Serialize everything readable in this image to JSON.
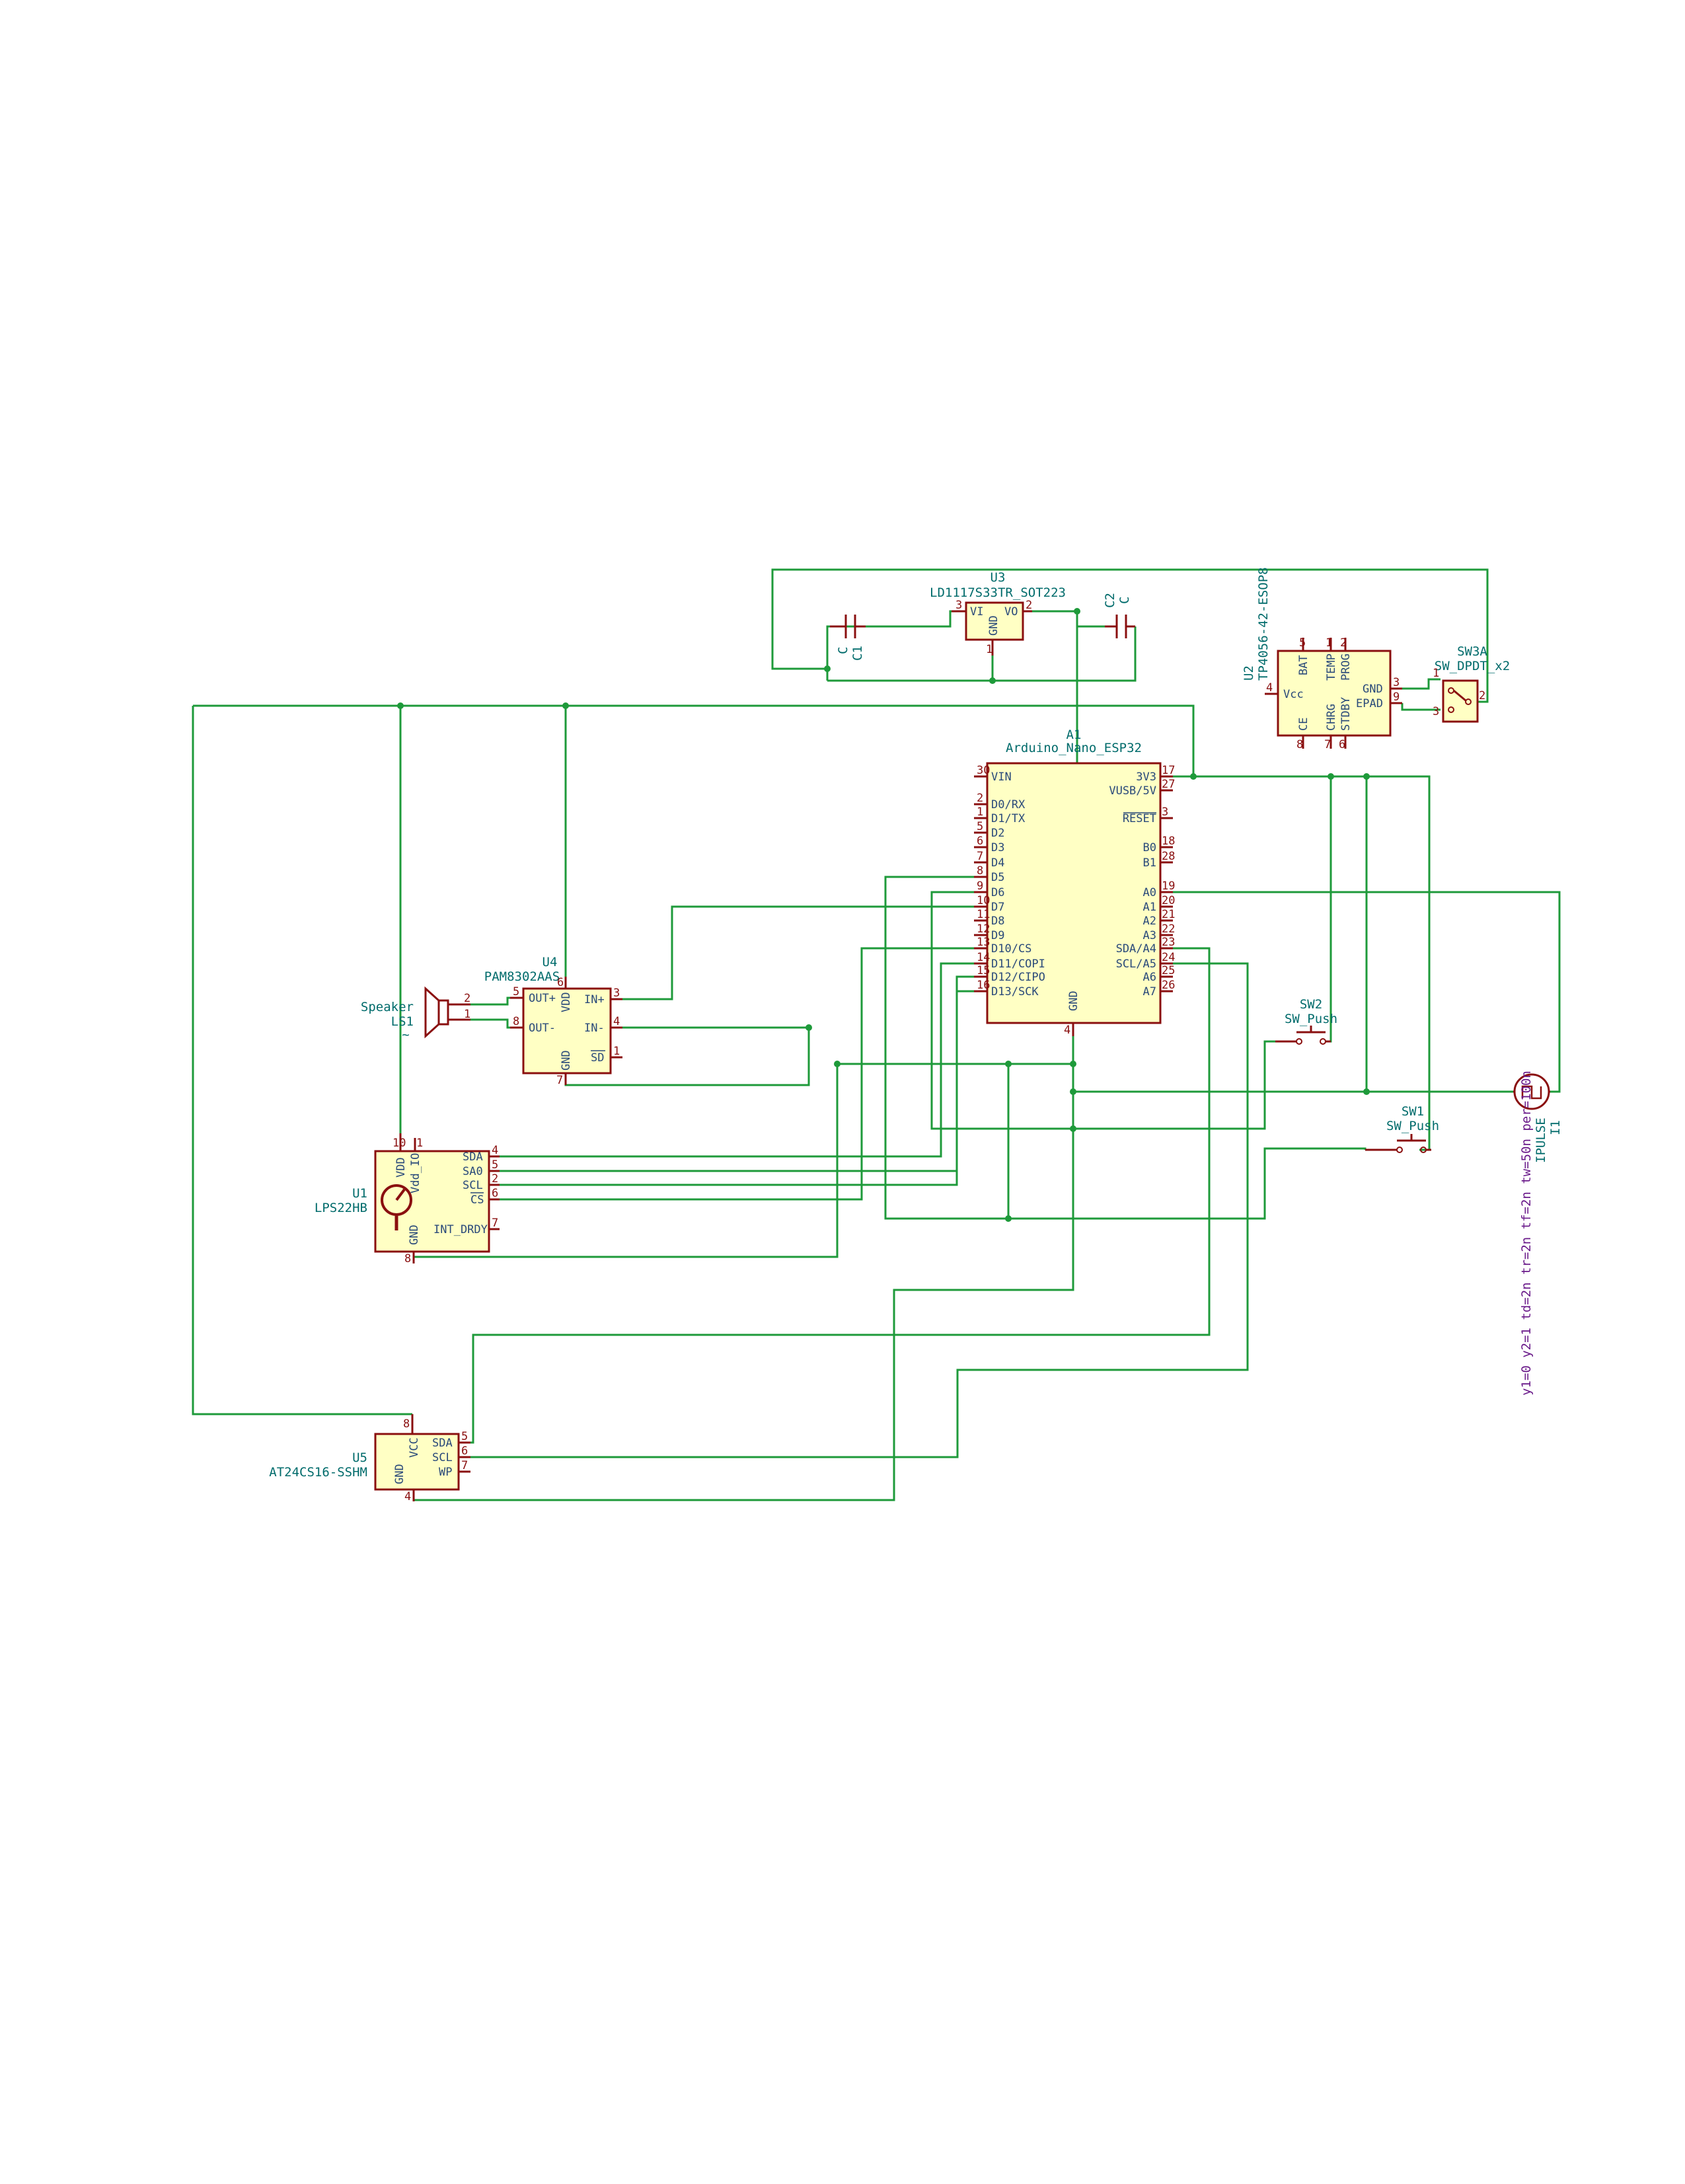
{
  "schematic": {
    "symbols": {
      "A1": {
        "ref": "A1",
        "value": "Arduino_Nano_ESP32",
        "left_pins": [
          {
            "num": "30",
            "name": "VIN"
          },
          {
            "num": "2",
            "name": "D0/RX"
          },
          {
            "num": "1",
            "name": "D1/TX"
          },
          {
            "num": "5",
            "name": "D2"
          },
          {
            "num": "6",
            "name": "D3"
          },
          {
            "num": "7",
            "name": "D4"
          },
          {
            "num": "8",
            "name": "D5"
          },
          {
            "num": "9",
            "name": "D6"
          },
          {
            "num": "10",
            "name": "D7"
          },
          {
            "num": "11",
            "name": "D8"
          },
          {
            "num": "12",
            "name": "D9"
          },
          {
            "num": "13",
            "name": "D10/CS"
          },
          {
            "num": "14",
            "name": "D11/COPI"
          },
          {
            "num": "15",
            "name": "D12/CIPO"
          },
          {
            "num": "16",
            "name": "D13/SCK"
          }
        ],
        "right_pins": [
          {
            "num": "17",
            "name": "3V3"
          },
          {
            "num": "27",
            "name": "VUSB/5V"
          },
          {
            "num": "3",
            "name": "RESET"
          },
          {
            "num": "18",
            "name": "B0"
          },
          {
            "num": "28",
            "name": "B1"
          },
          {
            "num": "19",
            "name": "A0"
          },
          {
            "num": "20",
            "name": "A1"
          },
          {
            "num": "21",
            "name": "A2"
          },
          {
            "num": "22",
            "name": "A3"
          },
          {
            "num": "23",
            "name": "SDA/A4"
          },
          {
            "num": "24",
            "name": "SCL/A5"
          },
          {
            "num": "25",
            "name": "A6"
          },
          {
            "num": "26",
            "name": "A7"
          }
        ],
        "bottom_pin": {
          "num": "4",
          "name": "GND"
        }
      },
      "U3": {
        "ref": "U3",
        "value": "LD1117S33TR_SOT223",
        "pins": [
          {
            "num": "3",
            "name": "VI"
          },
          {
            "num": "2",
            "name": "VO"
          },
          {
            "num": "1",
            "name": "GND"
          }
        ]
      },
      "C1": {
        "ref": "C1",
        "value": "C"
      },
      "C2": {
        "ref": "C2",
        "value": "C"
      },
      "U2": {
        "ref": "U2",
        "value": "TP4056-42-ESOP8",
        "pins": [
          {
            "num": "5",
            "name": "BAT"
          },
          {
            "num": "1",
            "name": "TEMP"
          },
          {
            "num": "2",
            "name": "PROG"
          },
          {
            "num": "4",
            "name": "Vcc"
          },
          {
            "num": "3",
            "name": "GND"
          },
          {
            "num": "9",
            "name": "EPAD"
          },
          {
            "num": "8",
            "name": "CE"
          },
          {
            "num": "7",
            "name": "CHRG"
          },
          {
            "num": "6",
            "name": "STDBY"
          }
        ]
      },
      "SW3A": {
        "ref": "SW3A",
        "value": "SW_DPDT_x2",
        "pins": [
          {
            "num": "1"
          },
          {
            "num": "2"
          },
          {
            "num": "3"
          }
        ]
      },
      "U4": {
        "ref": "U4",
        "value": "PAM8302AAS",
        "pins": [
          {
            "num": "5",
            "name": "OUT+"
          },
          {
            "num": "8",
            "name": "OUT-"
          },
          {
            "num": "6",
            "name": "VDD"
          },
          {
            "num": "3",
            "name": "IN+"
          },
          {
            "num": "4",
            "name": "IN-"
          },
          {
            "num": "1",
            "name": "SD"
          },
          {
            "num": "7",
            "name": "GND"
          }
        ]
      },
      "LS1": {
        "ref": "LS1",
        "value": "Speaker",
        "extra": "~",
        "pins": [
          {
            "num": "2"
          },
          {
            "num": "1"
          }
        ]
      },
      "U1": {
        "ref": "U1",
        "value": "LPS22HB",
        "pins": [
          {
            "num": "10",
            "name": "VDD"
          },
          {
            "num": "1",
            "name": "Vdd_IO"
          },
          {
            "num": "4",
            "name": "SDA"
          },
          {
            "num": "5",
            "name": "SA0"
          },
          {
            "num": "2",
            "name": "SCL"
          },
          {
            "num": "6",
            "name": "CS"
          },
          {
            "num": "7",
            "name": "INT_DRDY"
          },
          {
            "num": "8",
            "name": "GND"
          }
        ]
      },
      "U5": {
        "ref": "U5",
        "value": "AT24CS16-SSHM",
        "pins": [
          {
            "num": "8",
            "name": "VCC"
          },
          {
            "num": "4",
            "name": "GND"
          },
          {
            "num": "5",
            "name": "SDA"
          },
          {
            "num": "6",
            "name": "SCL"
          },
          {
            "num": "7",
            "name": "WP"
          }
        ]
      },
      "SW1": {
        "ref": "SW1",
        "value": "SW_Push"
      },
      "SW2": {
        "ref": "SW2",
        "value": "SW_Push"
      },
      "I1": {
        "ref": "I1",
        "value": "IPULSE",
        "params": "y1=0 y2=1 td=2n tr=2n tf=2n tw=50n per=100n"
      }
    }
  },
  "colors": {
    "wire": "#1e9a3a",
    "symbol_outline": "#8a0f0f",
    "symbol_fill": "#ffffc4",
    "reference_text": "#006b6b",
    "pin_name_text": "#2a4a7a",
    "pin_number_text": "#8a0f0f",
    "simulation_text": "#6a1a8a"
  }
}
